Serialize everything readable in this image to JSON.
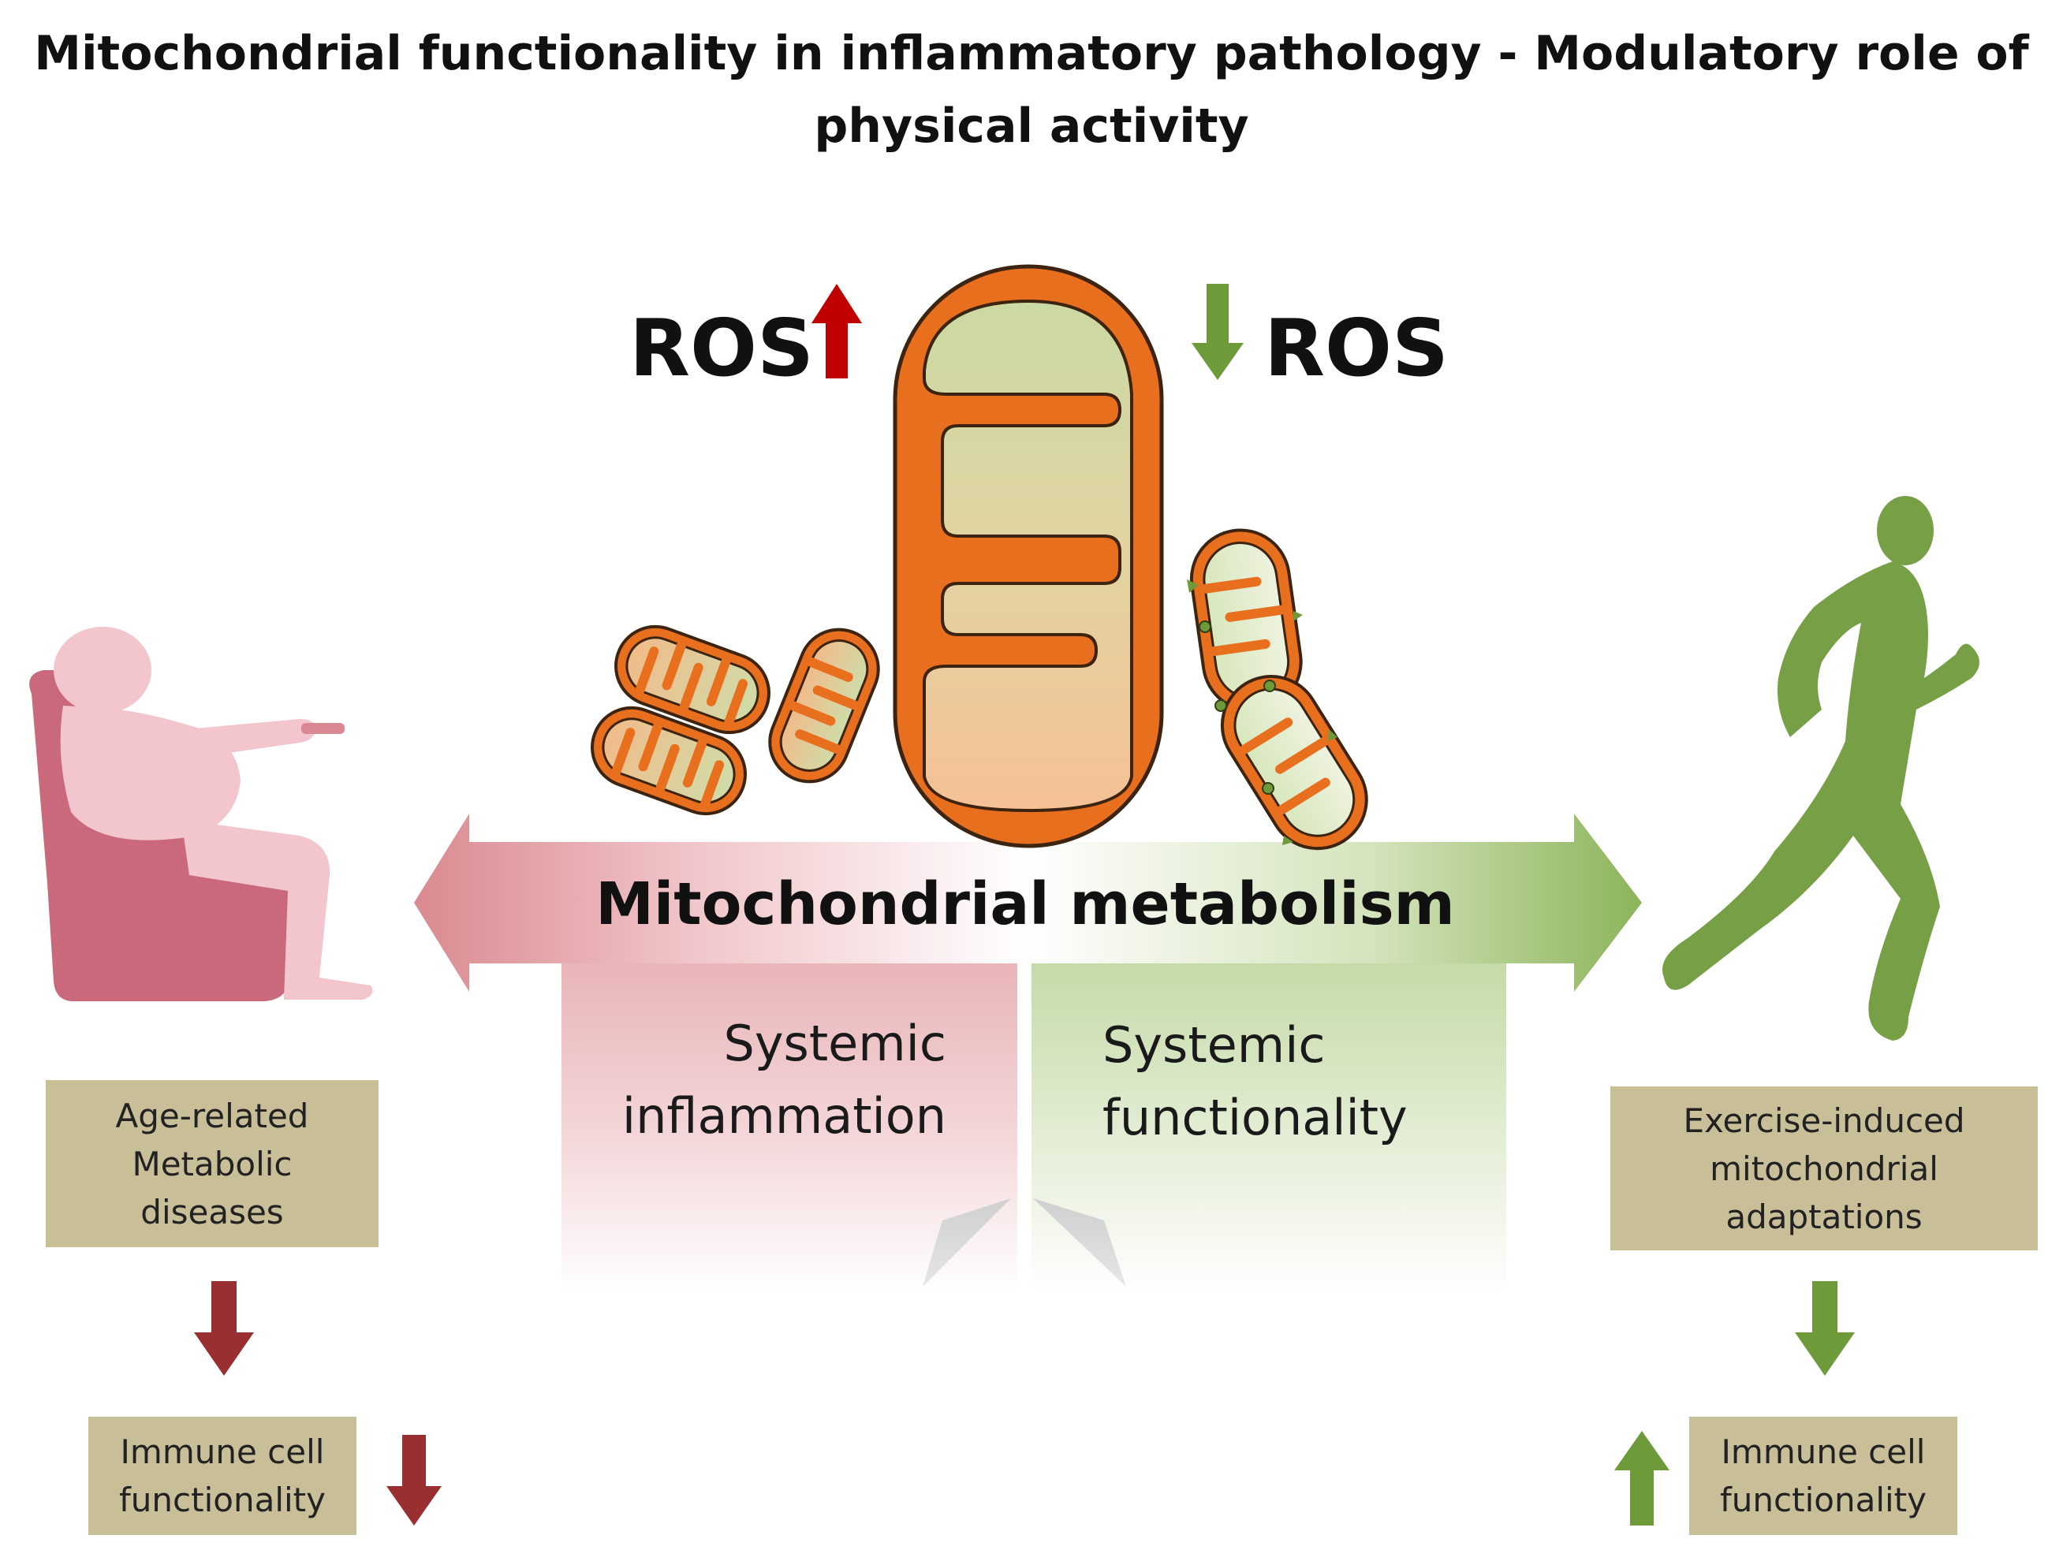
{
  "title": {
    "line1": "Mitochondrial functionality in inflammatory pathology - Modulatory role of",
    "line2": "physical activity"
  },
  "ros_left": "ROS",
  "ros_right": "ROS",
  "axis_label": "Mitochondrial metabolism",
  "left_column": {
    "line1": "Systemic",
    "line2": "inflammation"
  },
  "right_column": {
    "line1": "Systemic",
    "line2": "functionality"
  },
  "left_box_top": {
    "line1": "Age-related",
    "line2": "Metabolic",
    "line3": "diseases"
  },
  "left_box_bottom": {
    "line1": "Immune cell",
    "line2": "functionality"
  },
  "right_box_top": {
    "line1": "Exercise-induced",
    "line2": "mitochondrial",
    "line3": "adaptations"
  },
  "right_box_bottom": {
    "line1": "Immune cell",
    "line2": "functionality"
  },
  "colors": {
    "increase_arrow": "#c00000",
    "decrease_arrow_green": "#6e9a3a",
    "down_arrow_dark_red": "#9a2f32",
    "sedentary_figure": "#d38a92",
    "runner_figure": "#77a046",
    "mitochondria_outer": "#e8711d",
    "box_fill": "#c8bf99"
  },
  "icons": [
    "sedentary-person-icon",
    "runner-icon",
    "mitochondrion-icon",
    "up-arrow-icon",
    "down-arrow-icon"
  ]
}
